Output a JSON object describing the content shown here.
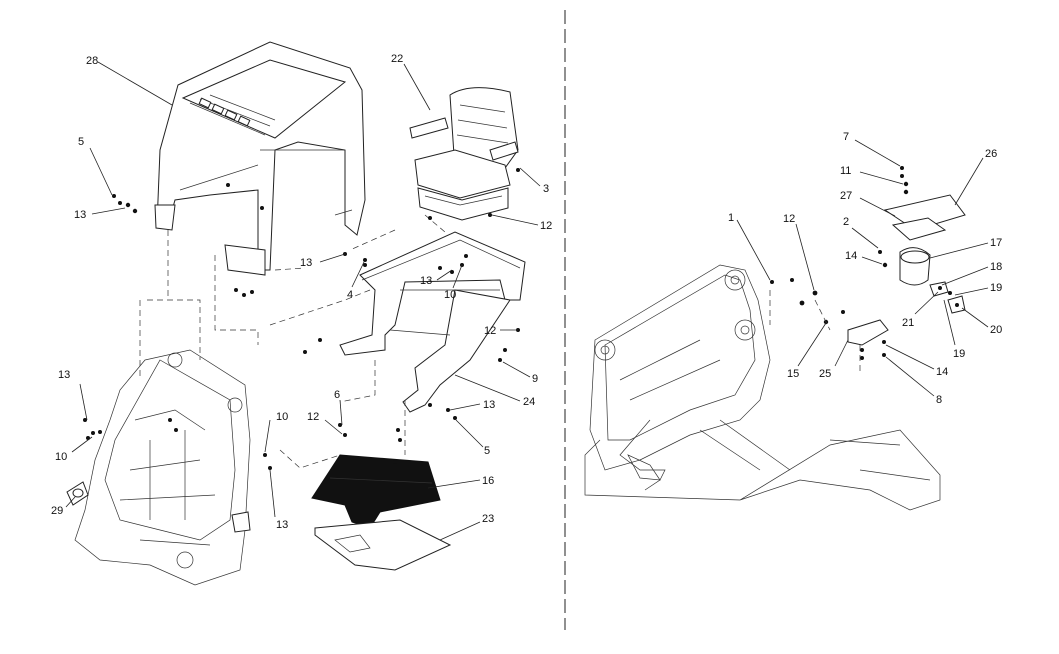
{
  "callouts": {
    "c28": "28",
    "c5a": "5",
    "c13a": "13",
    "c22": "22",
    "c3": "3",
    "c12a": "12",
    "c13b": "13",
    "c4": "4",
    "c13c": "13",
    "c10a": "10",
    "c12b": "12",
    "c9": "9",
    "c24": "24",
    "c13d": "13",
    "c10b": "10",
    "c6": "6",
    "c12c": "12",
    "c13e": "13",
    "c5b": "5",
    "c10c": "10",
    "c16": "16",
    "c13f": "13",
    "c29": "29",
    "c23": "23",
    "c7": "7",
    "c26": "26",
    "c11": "11",
    "c27": "27",
    "c1": "1",
    "c12d": "12",
    "c2": "2",
    "c17": "17",
    "c14a": "14",
    "c18": "18",
    "c19a": "19",
    "c21": "21",
    "c20": "20",
    "c19b": "19",
    "c15": "15",
    "c25": "25",
    "c14b": "14",
    "c8": "8"
  }
}
